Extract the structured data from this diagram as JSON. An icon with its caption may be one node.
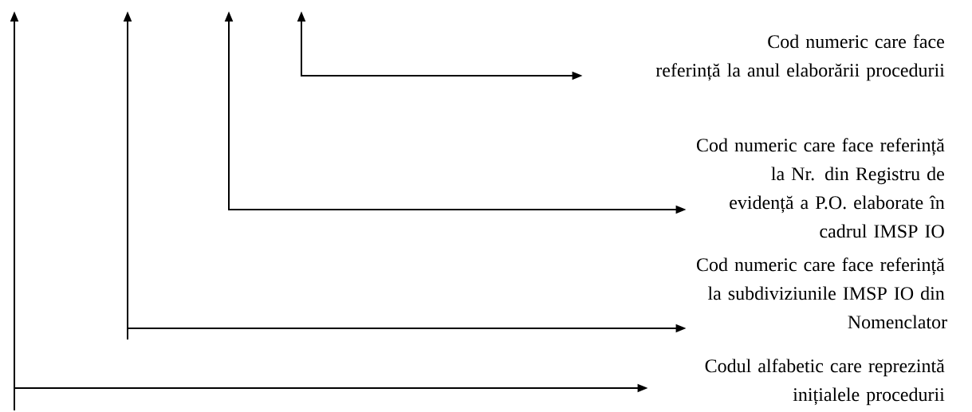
{
  "diagram": {
    "nodes": [
      {
        "text": [
          "Cod numeric care face referință la anul elaborării procedurii"
        ]
      },
      {
        "text": [
          "Cod numeric care face referință la Nr. din Registru de evidență a P.O. elaborate în cadrul IMSP IO"
        ]
      },
      {
        "text": [
          "Cod numeric care face referință la subdiviziunile IMSP IO din Nomenclator"
        ]
      },
      {
        "text": [
          "Codul alfabetic care reprezintă inițialele procedurii"
        ]
      }
    ],
    "edges": [
      {
        "from": null,
        "to": 0,
        "arrow": "both"
      },
      {
        "from": null,
        "to": 1,
        "arrow": "both"
      },
      {
        "from": null,
        "to": 2,
        "arrow": "both"
      },
      {
        "from": null,
        "to": 3,
        "arrow": "both"
      }
    ]
  }
}
